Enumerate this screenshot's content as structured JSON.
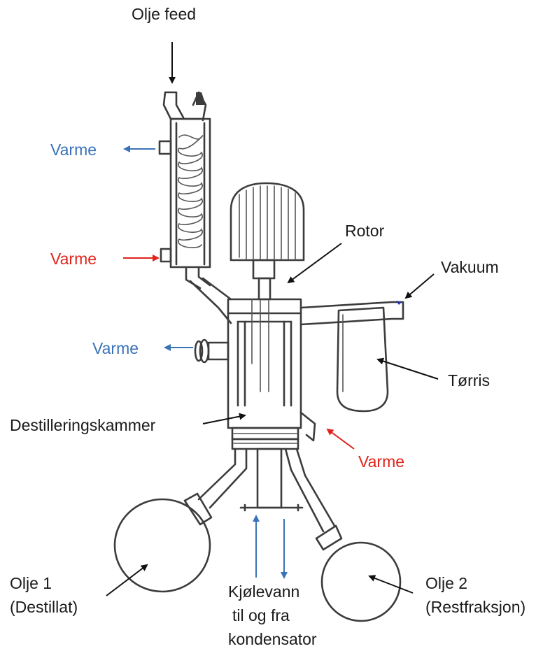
{
  "labels": {
    "olje_feed": "Olje feed",
    "varme_top": "Varme",
    "varme_mid": "Varme",
    "rotor": "Rotor",
    "vakuum": "Vakuum",
    "varme_left": "Varme",
    "torris": "Tørris",
    "destilleringskammer": "Destilleringskammer",
    "varme_bottom": "Varme",
    "olje1_line1": "Olje 1",
    "olje1_line2": "(Destillat)",
    "kjolevann_line1": "Kjølevann",
    "kjolevann_line2": "til og fra",
    "kjolevann_line3": "kondensator",
    "olje2_line1": "Olje 2",
    "olje2_line2": "(Restfraksjon)"
  },
  "colors": {
    "black_text": "#1a1a1a",
    "blue_text": "#3a72b8",
    "red_text": "#e0241c",
    "sketch_line": "#3c3c3c"
  }
}
